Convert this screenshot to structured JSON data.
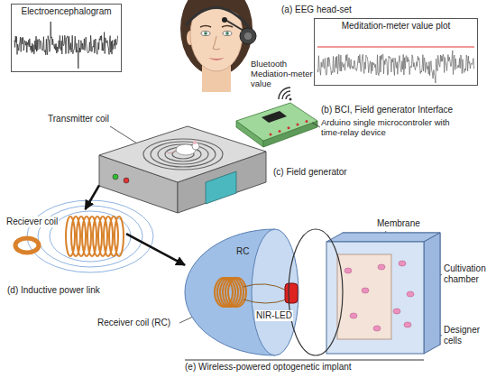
{
  "diagram": {
    "nodes": [
      {
        "text": [
          "Electroencephalogram"
        ]
      },
      {
        "text": [
          "Meditation-meter value plot"
        ]
      },
      {
        "text": [
          "(c) Field generator"
        ]
      },
      {
        "text": [
          "(d) Inductive power link"
        ]
      },
      {
        "text": [
          "(e) Wireless-powered optogenetic implant"
        ]
      }
    ],
    "edges": [
      {
        "from": 2,
        "to": 3,
        "arrow": "to"
      },
      {
        "from": 3,
        "to": 4,
        "arrow": "to"
      }
    ],
    "labels": [
      "(a) EEG head-set",
      "Bluetooth Mediation-meter value",
      "(b) BCI, Field generator Interface",
      "Arduino single microcontroler with time-relay device",
      "Transmitter coil",
      "Reciever coil",
      "RC",
      "Membrane",
      "Cultivation chamber",
      "Receiver coil (RC)",
      "NIR-LED",
      "Designer cells"
    ]
  }
}
